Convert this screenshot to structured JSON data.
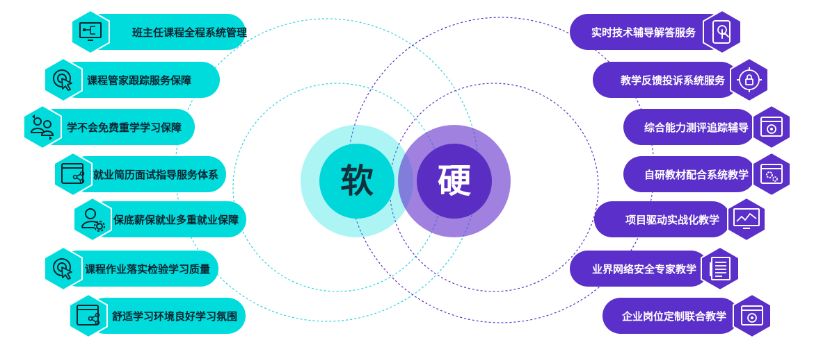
{
  "center": {
    "soft_label": "软",
    "hard_label": "硬"
  },
  "colors": {
    "soft": "#00dcdc",
    "hard": "#5b2fc9"
  },
  "soft_items": [
    {
      "label": "班主任课程全程系统管理",
      "icon": "monitor-sitemap-icon"
    },
    {
      "label": "课程管家跟踪服务保障",
      "icon": "cursor-target-icon"
    },
    {
      "label": "学不会免费重学学习保障",
      "icon": "users-refresh-icon"
    },
    {
      "label": "就业简历面试指导服务体系",
      "icon": "browser-share-icon"
    },
    {
      "label": "保底薪保就业多重就业保障",
      "icon": "user-gear-icon"
    },
    {
      "label": "课程作业落实检验学习质量",
      "icon": "cursor-target-icon"
    },
    {
      "label": "舒适学习环境良好学习氛围",
      "icon": "browser-share-icon"
    }
  ],
  "hard_items": [
    {
      "label": "实时技术辅导解答服务",
      "icon": "touch-tablet-icon"
    },
    {
      "label": "教学反馈投诉系统服务",
      "icon": "lock-target-icon"
    },
    {
      "label": "综合能力测评追踪辅导",
      "icon": "browser-target-icon"
    },
    {
      "label": "自研教材配合系统教学",
      "icon": "browser-gears-icon"
    },
    {
      "label": "项目驱动实战化教学",
      "icon": "monitor-chart-icon"
    },
    {
      "label": "业界网络安全专家教学",
      "icon": "document-list-icon"
    },
    {
      "label": "企业岗位定制联合教学",
      "icon": "browser-target-icon"
    }
  ]
}
